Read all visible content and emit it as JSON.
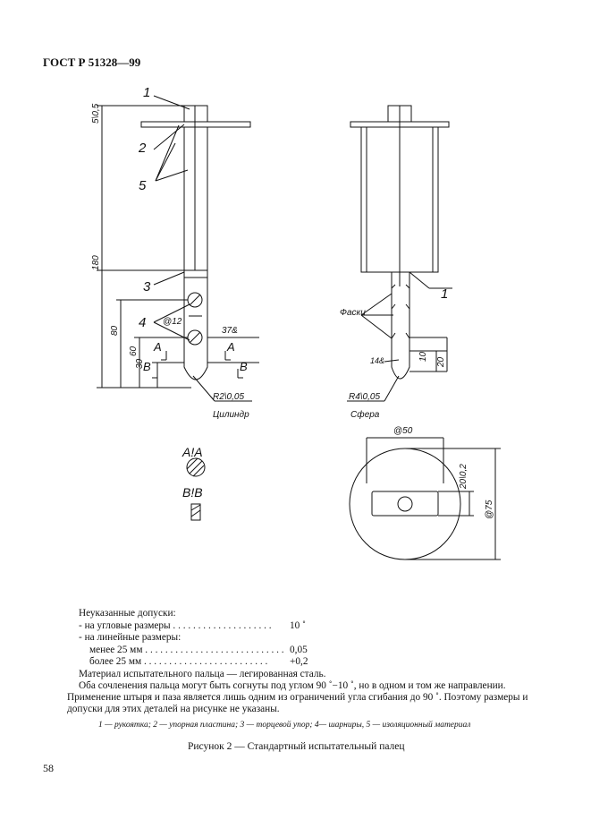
{
  "header": {
    "standard": "ГОСТ Р 51328—99"
  },
  "drawing": {
    "part_numbers": [
      "1",
      "2",
      "3",
      "4",
      "5",
      "1"
    ],
    "dimensions": {
      "top": "5\\0,5",
      "len_180": "180",
      "len_80": "80",
      "len_60": "60",
      "len_30": "30",
      "d12": "@12",
      "a37": "37&",
      "r_cyl": "R2\\0,05",
      "cyl": "Цилиндр",
      "chamfer": "Фаски",
      "a14": "14&",
      "len_10": "10",
      "len_20": "20",
      "r_sph": "R4\\0,05",
      "sph": "Сфера",
      "d50": "@50",
      "w20": "20\\0,2",
      "d75": "@75"
    },
    "sections": {
      "aa": "A!A",
      "bb": "B!B",
      "a": "A",
      "b": "B"
    }
  },
  "notes": {
    "title": "Неуказанные допуски:",
    "angular_label": "- на угловые размеры . . . . . . . . . . . . . . . . . . . .",
    "angular_value": "10 ˚",
    "linear_label": "- на линейные размеры:",
    "lt25_label": "менее 25 мм . . . . . . . . . . . . . . . . . . . . . . . . . . . .",
    "lt25_value": "0,05",
    "gt25_label": "более 25 мм . . . .  . . . . . . . . . . . . . . . . . . . . .",
    "gt25_value": "+0,2",
    "material": "Материал испытательного пальца — легированная сталь.",
    "joints": "Оба сочленения пальца могут быть согнуты под углом 90 ˚−10 ˚, но в одном и том же направлении.",
    "pin": "Применение штыря и паза является лишь одним из ограничений угла сгибания до 90 ˚. Поэтому размеры и допуски для этих деталей на рисунке не указаны."
  },
  "legend": "1 — рукоятка; 2 — упорная пластина; 3 — торцевой упор; 4— шарниры, 5 — изоляционный материал",
  "caption": "Рисунок 2 — Стандартный испытательный палец",
  "page_number": "58"
}
